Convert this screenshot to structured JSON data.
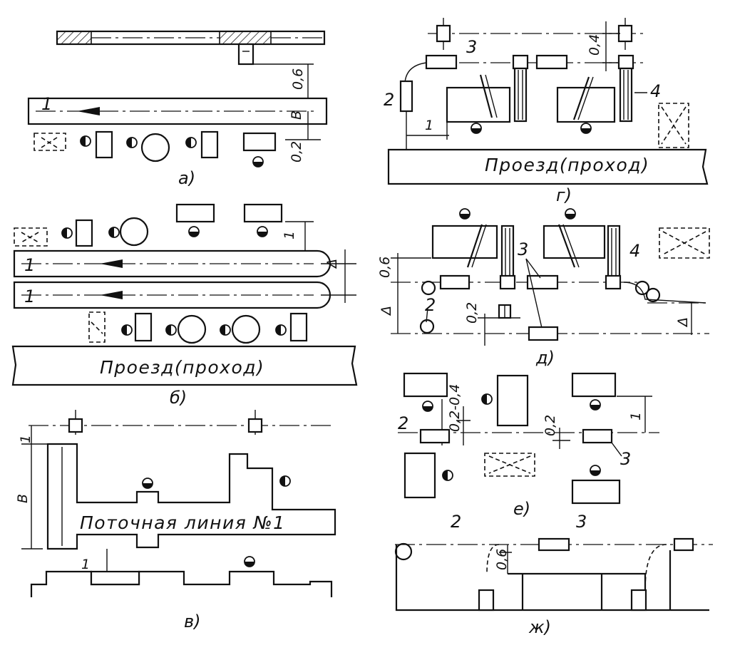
{
  "panels": {
    "a": {
      "caption": "а)",
      "line_number": "1",
      "dims": [
        "0,6",
        "В",
        "0,2"
      ]
    },
    "b": {
      "caption": "б)",
      "line_numbers": [
        "1",
        "1"
      ],
      "dims": [
        "1",
        "Δ"
      ],
      "aisle": "Проезд(проход)"
    },
    "v": {
      "caption": "в)",
      "dims": [
        "1",
        "В",
        "1"
      ],
      "line_label": "Поточная линия №1"
    },
    "g": {
      "caption": "г)",
      "callouts": [
        "3",
        "2",
        "4"
      ],
      "dims": [
        "0,4",
        "1"
      ],
      "aisle": "Проезд(проход)"
    },
    "d": {
      "caption": "д)",
      "callouts": [
        "3",
        "4",
        "2"
      ],
      "dims": [
        "0,6",
        "Δ",
        "0,2",
        "Δ"
      ]
    },
    "e": {
      "caption": "е)",
      "callouts": [
        "2",
        "3"
      ],
      "dims": [
        "0,2-0,4",
        "0,2",
        "1"
      ]
    },
    "zh": {
      "caption": "ж)",
      "callouts": [
        "2",
        "3"
      ],
      "dims": [
        "0,6"
      ]
    }
  }
}
